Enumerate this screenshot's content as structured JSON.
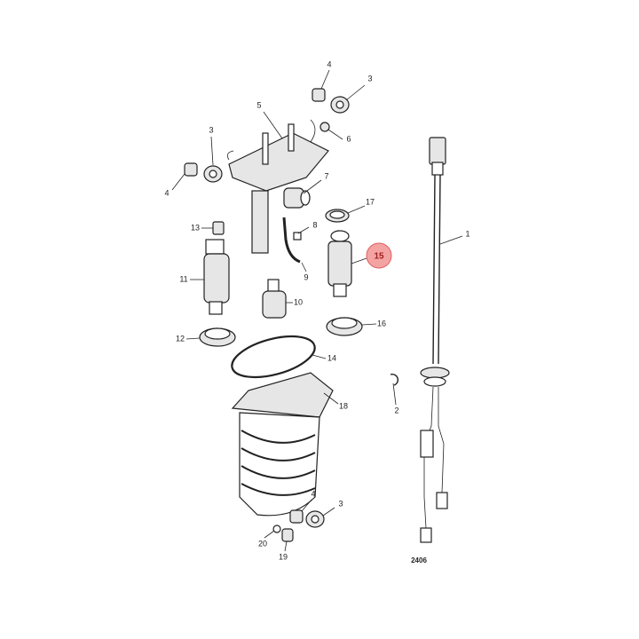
{
  "diagram": {
    "drawing_number": "2406",
    "highlight_color": "#f4a3a3",
    "callouts": [
      {
        "id": "c-4a",
        "label": "4"
      },
      {
        "id": "c-3a",
        "label": "3"
      },
      {
        "id": "c-5",
        "label": "5"
      },
      {
        "id": "c-6",
        "label": "6"
      },
      {
        "id": "c-3b",
        "label": "3"
      },
      {
        "id": "c-4b",
        "label": "4"
      },
      {
        "id": "c-7",
        "label": "7"
      },
      {
        "id": "c-17",
        "label": "17"
      },
      {
        "id": "c-8",
        "label": "8"
      },
      {
        "id": "c-13",
        "label": "13"
      },
      {
        "id": "c-1",
        "label": "1"
      },
      {
        "id": "c-15",
        "label": "15",
        "highlighted": true
      },
      {
        "id": "c-9",
        "label": "9"
      },
      {
        "id": "c-11",
        "label": "11"
      },
      {
        "id": "c-10",
        "label": "10"
      },
      {
        "id": "c-16",
        "label": "16"
      },
      {
        "id": "c-12",
        "label": "12"
      },
      {
        "id": "c-14",
        "label": "14"
      },
      {
        "id": "c-18",
        "label": "18"
      },
      {
        "id": "c-2",
        "label": "2"
      },
      {
        "id": "c-4c",
        "label": "4"
      },
      {
        "id": "c-3c",
        "label": "3"
      },
      {
        "id": "c-20",
        "label": "20"
      },
      {
        "id": "c-19",
        "label": "19"
      }
    ]
  }
}
